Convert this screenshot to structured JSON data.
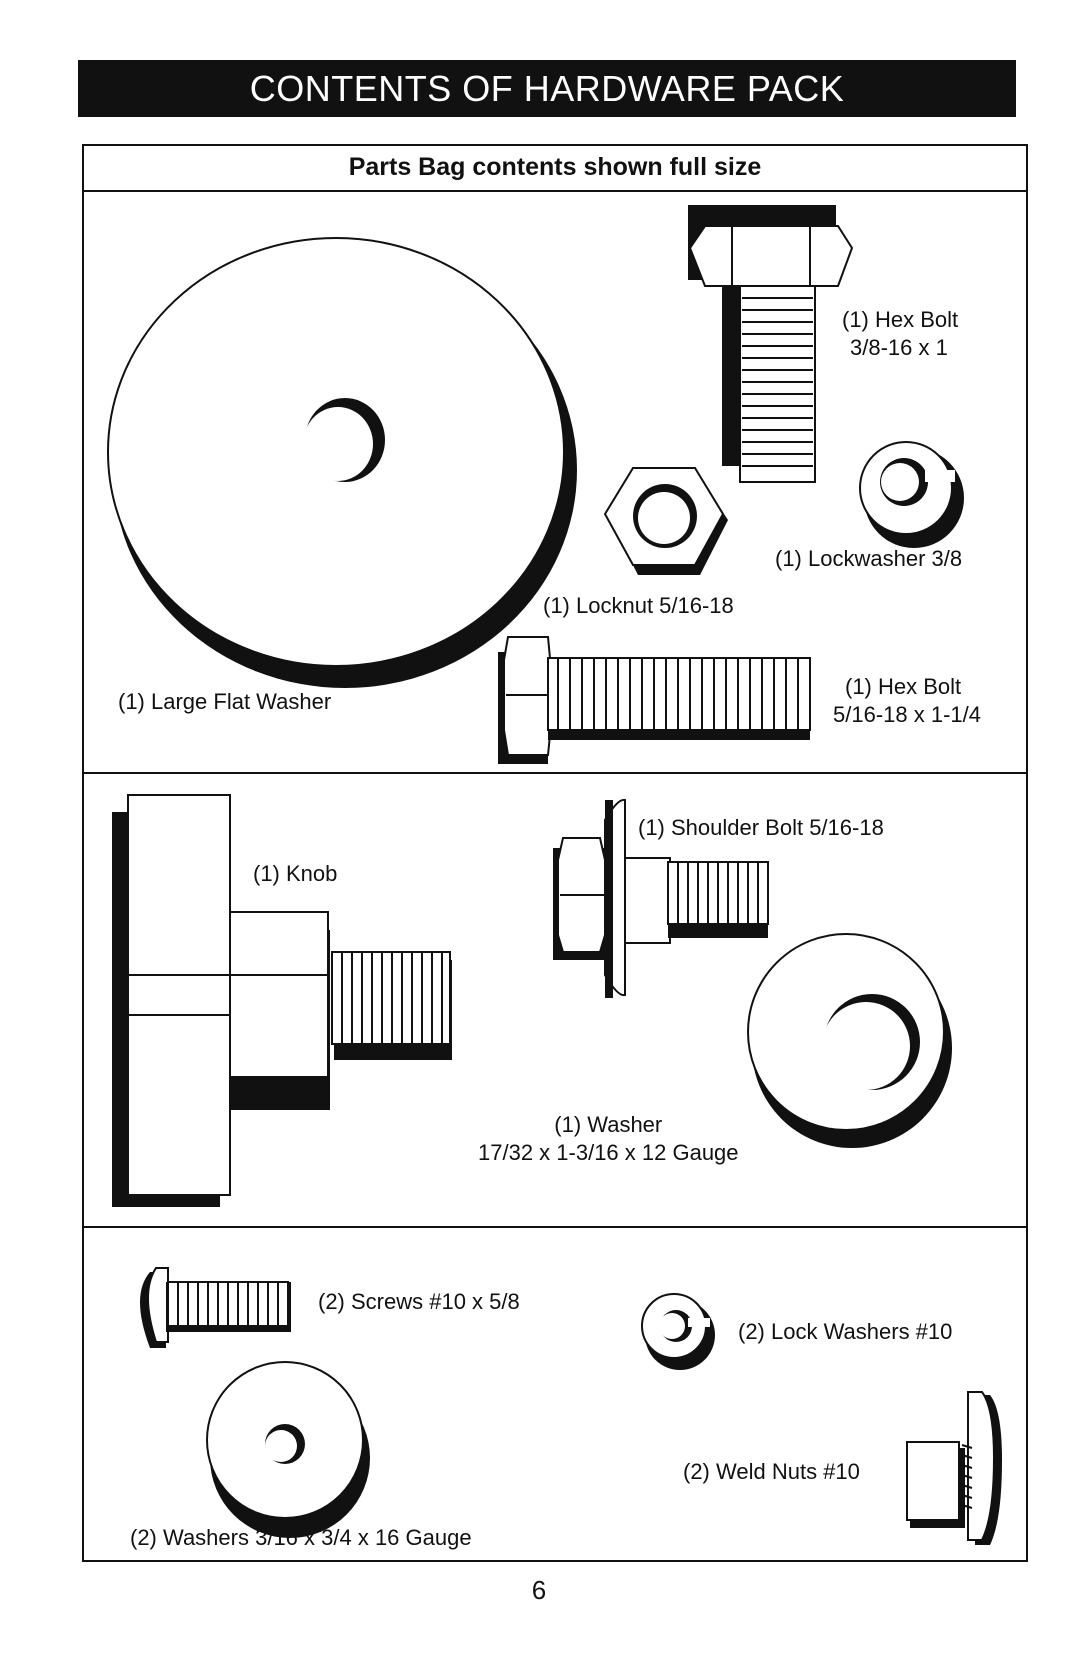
{
  "banner": {
    "title": "CONTENTS OF HARDWARE PACK"
  },
  "subheading": "Parts Bag contents shown full size",
  "parts": {
    "large_flat_washer": "(1) Large Flat Washer",
    "hex_bolt_a": {
      "name": "(1) Hex Bolt",
      "size": "3/8-16 x 1"
    },
    "lockwasher": "(1) Lockwasher  3/8",
    "locknut": "(1) Locknut  5/16-18",
    "hex_bolt_b": {
      "name": "(1) Hex Bolt",
      "size": "5/16-18 x 1-1/4"
    },
    "knob": "(1) Knob",
    "shoulder_bolt": "(1) Shoulder Bolt  5/16-18",
    "washer": {
      "name": "(1) Washer",
      "size": "17/32 x 1-3/16 x 12 Gauge"
    },
    "screws": "(2) Screws  #10 x 5/8",
    "lock_washers": "(2) Lock Washers  #10",
    "weld_nuts": "(2) Weld Nuts  #10",
    "washers_small": "(2) Washers  3/16 x 3/4 x 16 Gauge"
  },
  "page_number": "6"
}
